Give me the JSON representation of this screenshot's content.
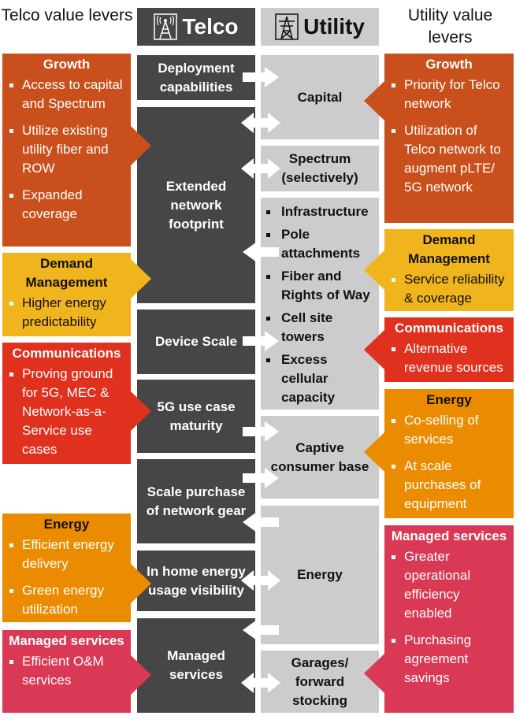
{
  "headers": {
    "telco_levers": "Telco value levers",
    "utility_levers": "Utility value levers",
    "telco": "Telco",
    "utility": "Utility"
  },
  "telco_boxes": [
    "Deployment capabilities",
    "Extended network footprint",
    "Device Scale",
    "5G use case maturity",
    "Scale purchase of network gear",
    "In home energy usage visibility",
    "Managed services"
  ],
  "utility_boxes": {
    "capital": "Capital",
    "spectrum": "Spectrum (selectively)",
    "infrastructure": [
      "Infrastructure",
      "Pole attachments",
      "Fiber and Rights of Way",
      "Cell site towers",
      "Excess cellular capacity"
    ],
    "captive": "Captive consumer base",
    "energy": "Energy",
    "garages": "Garages/ forward stocking"
  },
  "left_panels": [
    {
      "title": "Growth",
      "items": [
        "Access to capital and Spectrum",
        "Utilize existing utility fiber and ROW",
        "Expanded coverage"
      ]
    },
    {
      "title": "Demand Management",
      "items": [
        "Higher energy predictability"
      ]
    },
    {
      "title": "Communications",
      "items": [
        "Proving ground for 5G, MEC  & Network-as-a-Service use cases"
      ]
    },
    {
      "title": "Energy",
      "items": [
        "Efficient energy delivery",
        "Green energy utilization"
      ]
    },
    {
      "title": "Managed services",
      "items": [
        "Efficient O&M services"
      ]
    }
  ],
  "right_panels": [
    {
      "title": "Growth",
      "items": [
        "Priority for Telco network",
        "Utilization of Telco network to augment pLTE/ 5G network"
      ]
    },
    {
      "title": "Demand Management",
      "items": [
        "Service reliability & coverage"
      ]
    },
    {
      "title": "Communications",
      "items": [
        "Alternative revenue sources"
      ]
    },
    {
      "title": "Energy",
      "items": [
        "Co-selling of services",
        "At scale purchases of equipment"
      ]
    },
    {
      "title": "Managed services",
      "items": [
        "Greater operational efficiency enabled",
        "Purchasing agreement savings"
      ]
    }
  ],
  "colors": {
    "growth": "#C9501C",
    "demand": "#F0B41C",
    "communications": "#E0301E",
    "energy": "#EB8C00",
    "managed": "#D93954",
    "telco": "#464646",
    "utility": "#CCCCCC"
  }
}
